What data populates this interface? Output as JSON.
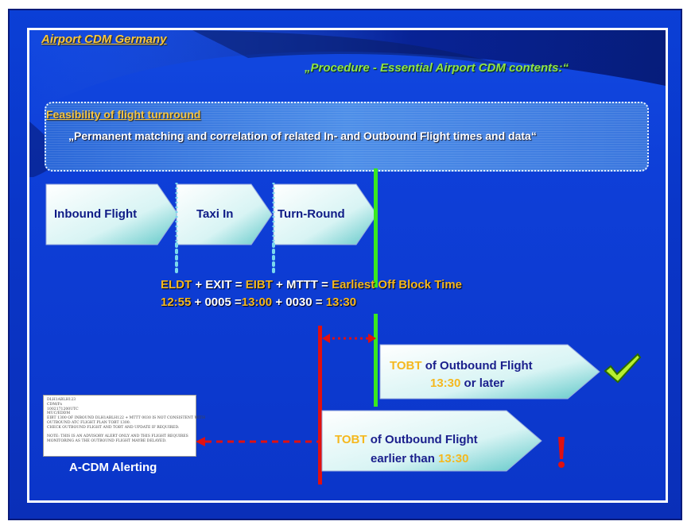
{
  "slide": {
    "title": "Airport CDM Germany",
    "subtitle": "„Procedure - Essential Airport CDM contents:“"
  },
  "banner": {
    "title": "Feasibility of flight turnround",
    "text": "„Permanent matching and correlation of related In- and Outbound Flight times and data“"
  },
  "flow": {
    "steps": [
      "Inbound Flight",
      "Taxi In",
      "Turn-Round"
    ]
  },
  "equation": {
    "eldt": "ELDT",
    "plus1": " + EXIT = ",
    "eibt": "EIBT",
    "plus2": " + MTTT = ",
    "eobt": "Earliest Off Block Time",
    "v1": "12:55",
    "mid1": " + 0005 =",
    "v2": "13:00",
    "mid2": " +  0030 =  ",
    "v3": "13:30"
  },
  "outbound_ok": {
    "tobt": "TOBT",
    "rest": " of Outbound Flight",
    "time": "13:30",
    "later": " or later"
  },
  "outbound_bad": {
    "tobt": "TOBT",
    "rest": " of Outbound Flight",
    "earlier": "earlier than ",
    "time": "13:30"
  },
  "alert": {
    "lines": [
      "DLH1ABLH123",
      "CDM/Fs",
      "1002171200UTC",
      "MUC/EDDM",
      "EIBT 1300 OF INBOUND DLH1ABLH122 + MTTT 0030 IS NOT CONSISTENT WITH",
      "OUTBOUND ATC FLIGHT PLAN TOBT 1300.",
      "CHECK OUTBOUND FLIGHT AND TOBT AND UPDATE IF REQUIRED.",
      "",
      "NOTE: THIS IS AN ADVISORY ALERT ONLY AND THIS FLIGHT REQUIRES",
      "MONITORING AS THE OUTBOUND FLIGHT MAYBE DELAYED."
    ],
    "label": "A-CDM Alerting"
  },
  "colors": {
    "accent_yellow": "#f5b81e",
    "green": "#8fe24a",
    "red": "#e01010",
    "navy_text": "#1a1f8c"
  },
  "icons": [
    "checkmark-icon",
    "exclamation-icon"
  ]
}
